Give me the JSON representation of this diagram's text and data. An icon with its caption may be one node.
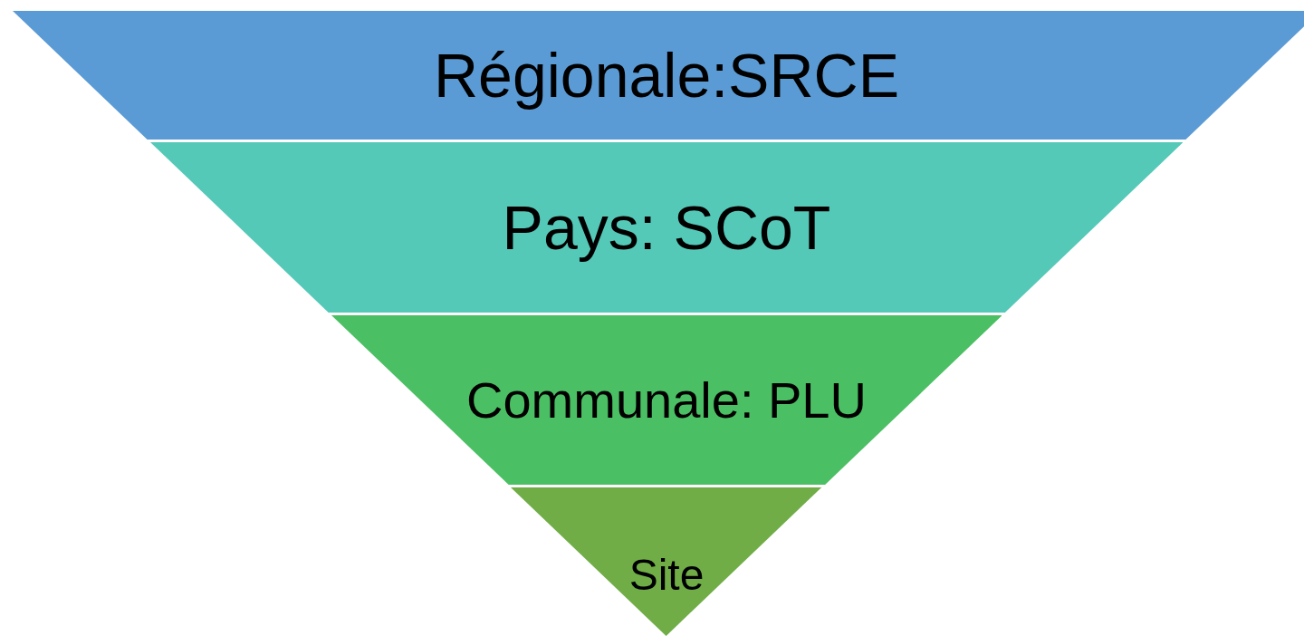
{
  "diagram": {
    "nodes": [
      {
        "text": [
          "Régionale:SRCE"
        ]
      },
      {
        "text": [
          "Pays: SCoT"
        ]
      },
      {
        "text": [
          "Communale: PLU"
        ]
      },
      {
        "text": [
          "Site"
        ]
      }
    ]
  }
}
